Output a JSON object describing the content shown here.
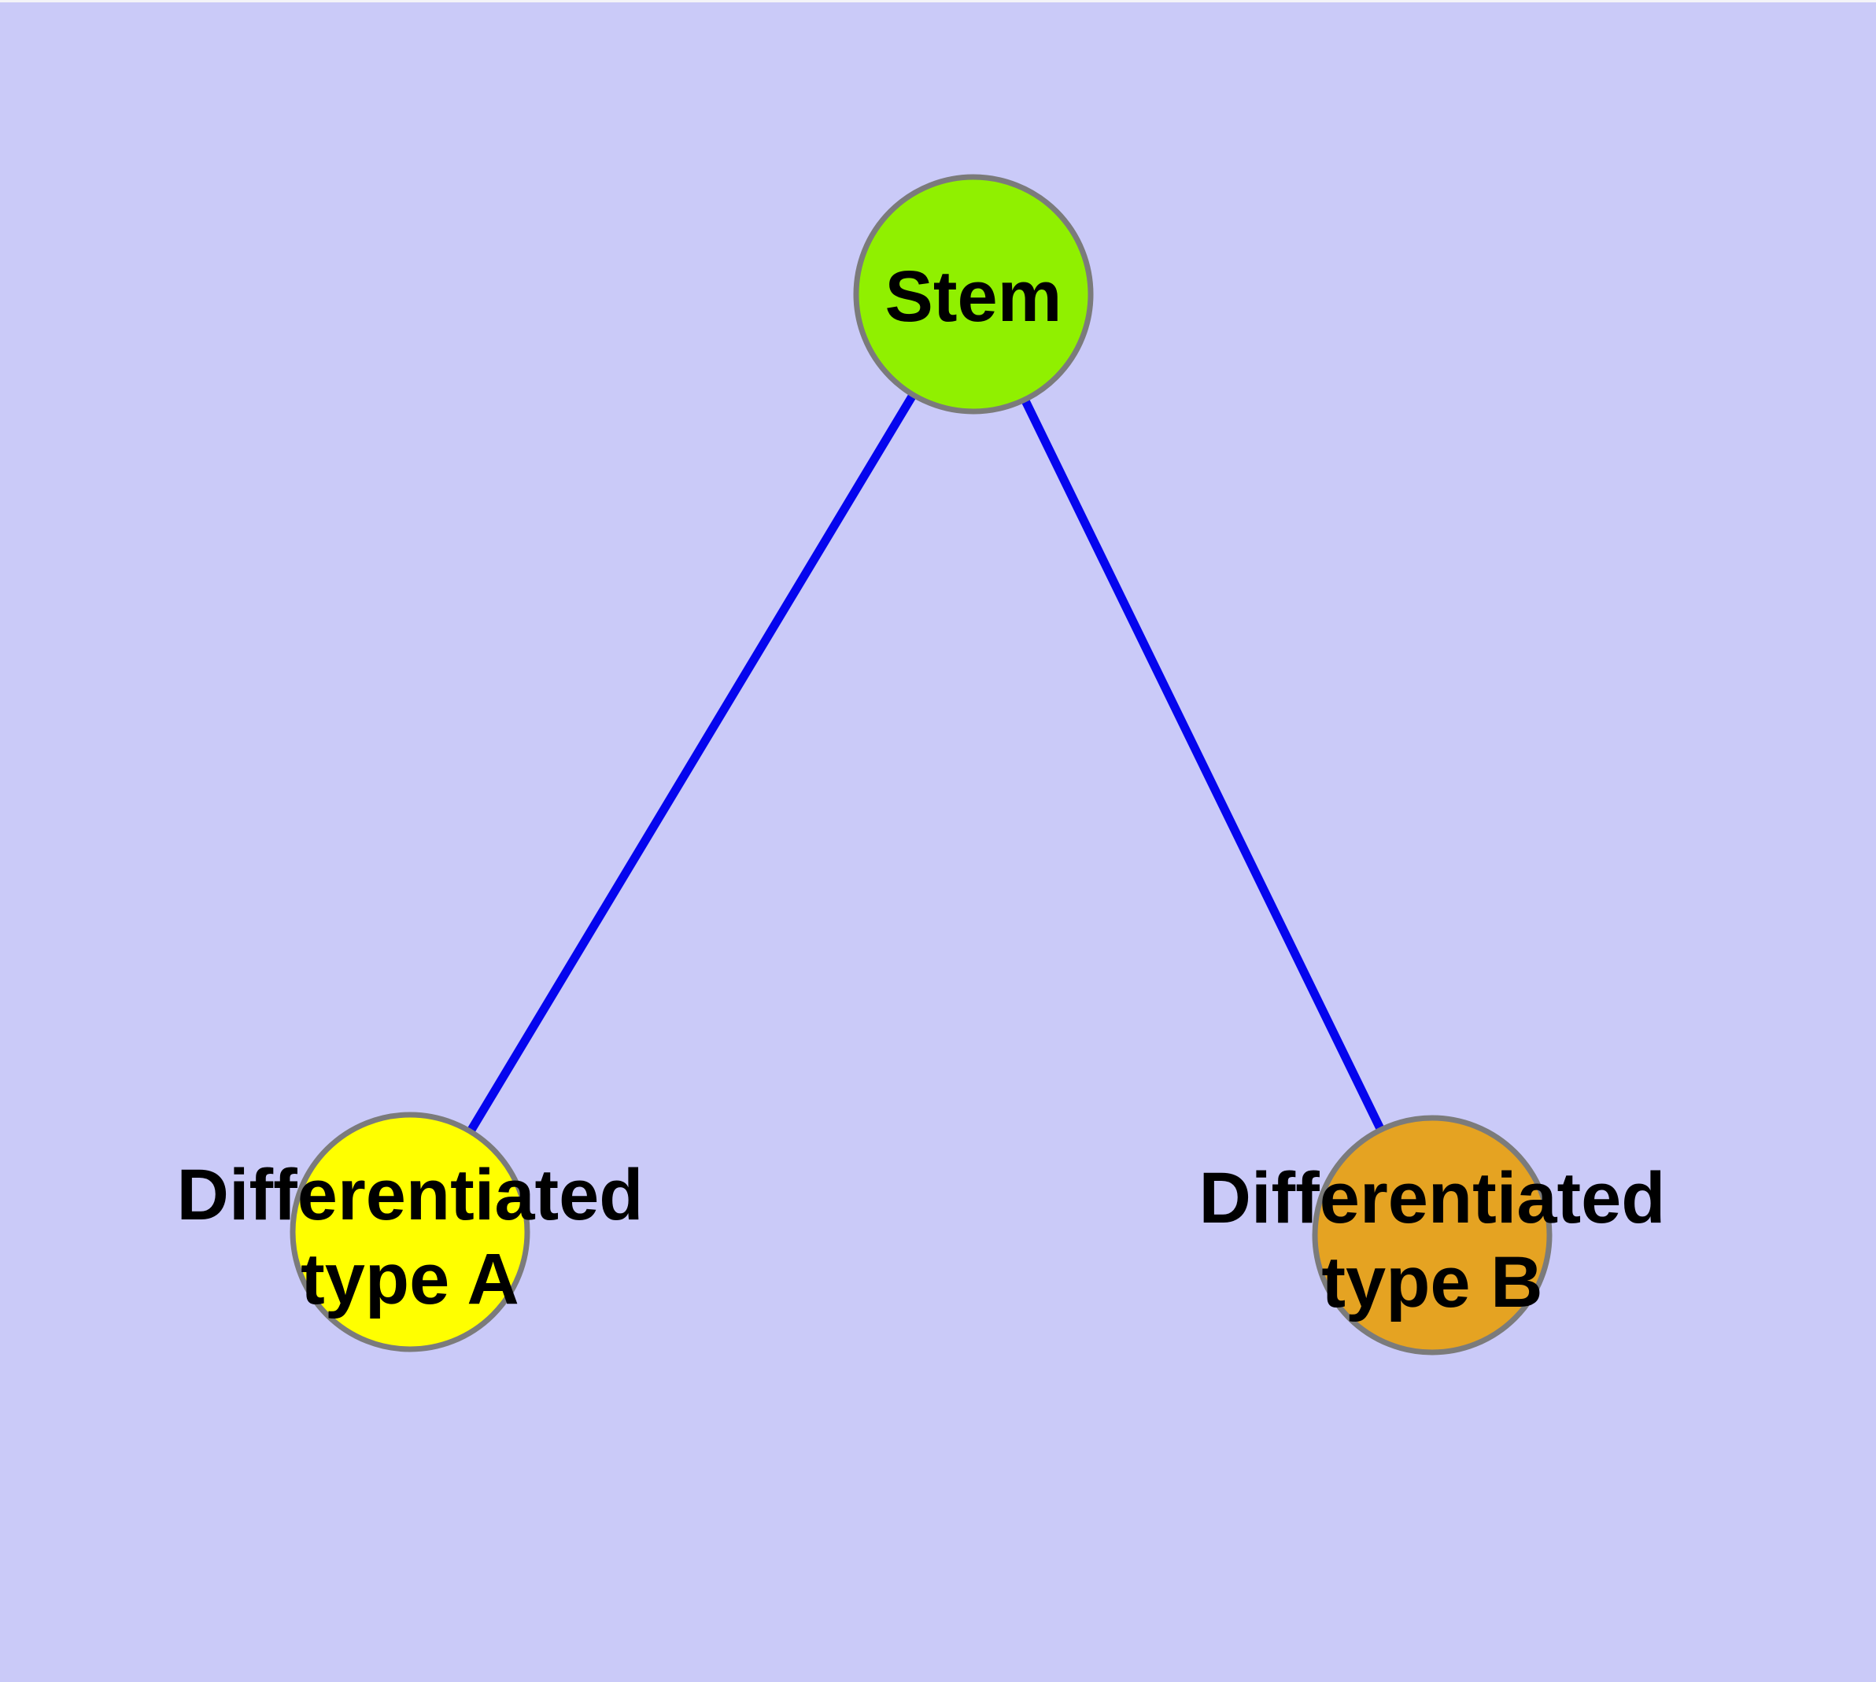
{
  "diagram": {
    "background_color": "#CACAF8",
    "top_edge_highlight_color": "#F4F4F8",
    "edge_color": "#0505EE",
    "node_border_color": "#7B7B7B",
    "text_color": "#000000",
    "nodes": {
      "stem": {
        "label": "Stem",
        "fill_color": "#90F000"
      },
      "type_a": {
        "label_lines": [
          "Differentiated",
          "type A"
        ],
        "fill_color": "#FFFF00"
      },
      "type_b": {
        "label_lines": [
          "Differentiated",
          "type B"
        ],
        "fill_color": "#E5A322"
      }
    },
    "edges": [
      {
        "from": "Stem",
        "to": "Differentiated type A"
      },
      {
        "from": "Stem",
        "to": "Differentiated type B"
      }
    ]
  }
}
